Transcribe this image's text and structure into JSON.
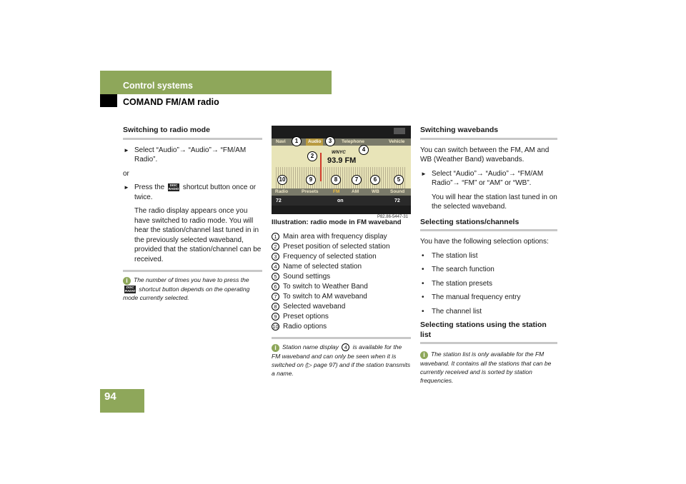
{
  "header": {
    "section": "Control systems",
    "subsection": "COMAND FM/AM radio",
    "page_number": "94"
  },
  "col1": {
    "heading": "Switching to radio mode",
    "step1": "Select “Audio”→ “Audio”→ “FM/AM Radio”.",
    "or": "or",
    "step2_pre": "Press the",
    "step2_btn": "DISC RADIO",
    "step2_post": "shortcut button once or twice.",
    "result": "The radio display appears once you have switched to radio mode. You will hear the station/channel last tuned in in the previously selected waveband, provided that the station/channel can be received.",
    "note_pre": "The number of times you have to press the",
    "note_post": "shortcut button depends on the operating mode currently selected."
  },
  "display": {
    "top_labels": [
      "Navi",
      "Audio",
      "Telephone",
      "Vehicle"
    ],
    "station": "WNYC",
    "frequency": "93.9 FM",
    "bottom_labels": [
      "Radio",
      "Presets",
      "FM",
      "AM",
      "WB",
      "Sound"
    ],
    "status_left": "72",
    "status_mid": "on",
    "status_right": "72",
    "callouts": [
      "1",
      "2",
      "3",
      "4",
      "5",
      "6",
      "7",
      "8",
      "9",
      "10"
    ],
    "figure_code": "P82.86-5447-31"
  },
  "col2": {
    "caption": "Illustration: radio mode in FM waveband",
    "legend": [
      {
        "num": "1",
        "text": "Main area with frequency display"
      },
      {
        "num": "2",
        "text": "Preset position of selected station"
      },
      {
        "num": "3",
        "text": "Frequency of selected station"
      },
      {
        "num": "4",
        "text": "Name of selected station"
      },
      {
        "num": "5",
        "text": "Sound settings"
      },
      {
        "num": "6",
        "text": "To switch to Weather Band"
      },
      {
        "num": "7",
        "text": "To switch to AM waveband"
      },
      {
        "num": "8",
        "text": "Selected waveband"
      },
      {
        "num": "9",
        "text": "Preset options"
      },
      {
        "num": "10",
        "text": "Radio options"
      }
    ],
    "note_pre": "Station name display",
    "note_num": "4",
    "note_post": "is available for the FM waveband and can only be seen when it is switched on (▷ page 97) and if the station transmits a name."
  },
  "col3": {
    "heading1": "Switching wavebands",
    "intro": "You can switch between the FM, AM and WB (Weather Band) wavebands.",
    "step": "Select “Audio”→ “Audio”→ “FM/AM Radio”→ “FM” or “AM” or “WB”.",
    "result": "You will hear the station last tuned in on the selected waveband.",
    "heading2": "Selecting stations/channels",
    "options_intro": "You have the following selection options:",
    "options": [
      "The station list",
      "The search function",
      "The station presets",
      "The manual frequency entry",
      "The channel list"
    ],
    "heading3": "Selecting stations using the station list",
    "note": "The station list is only available for the FM waveband. It contains all the stations that can be currently received and is sorted by station frequencies."
  }
}
